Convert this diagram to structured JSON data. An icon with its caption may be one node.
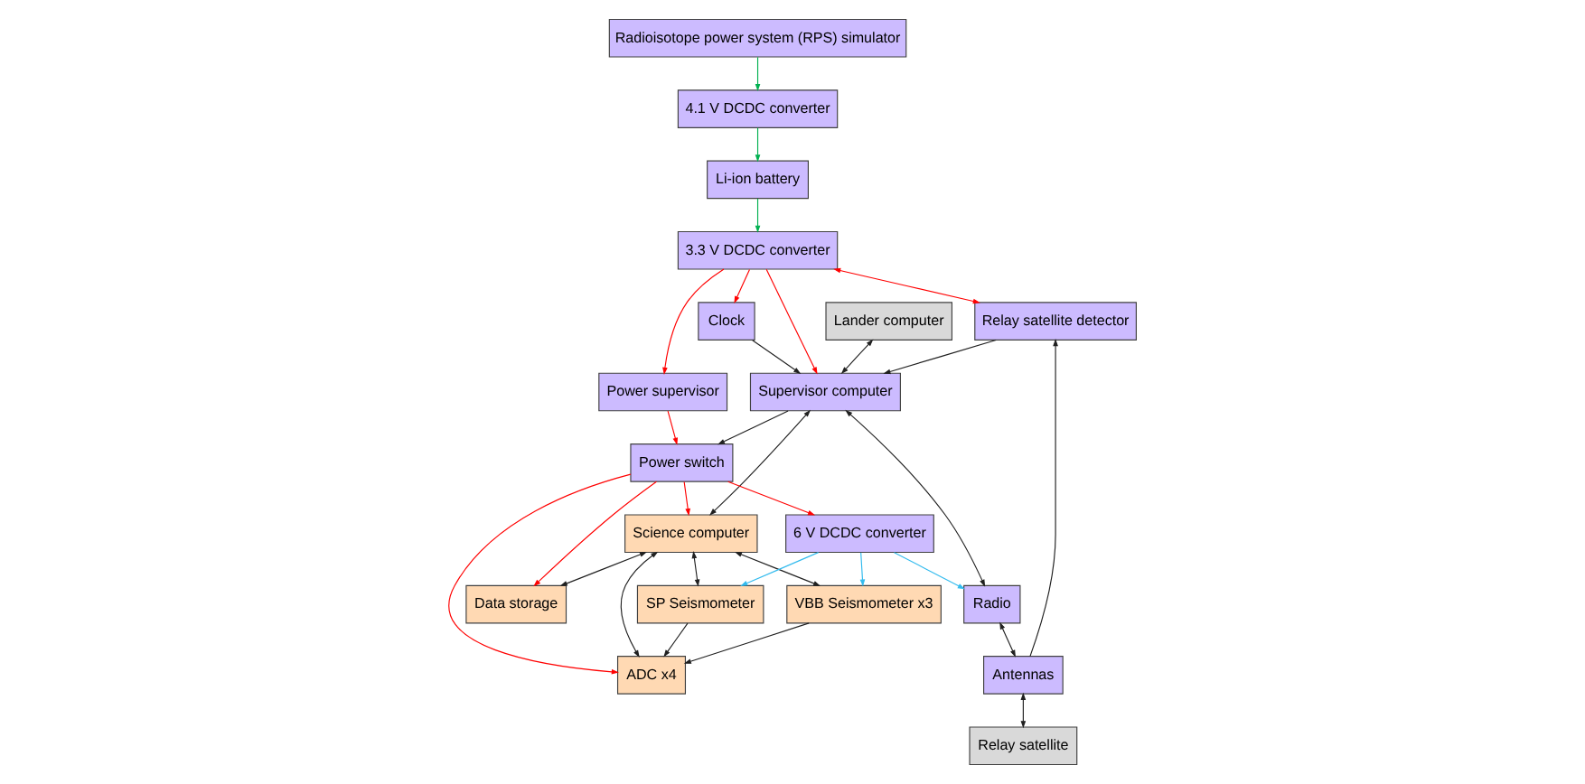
{
  "diagram": {
    "nodes": [
      {
        "text": [
          "Relay satellite detector"
        ]
      },
      {
        "text": [
          "Lander computer"
        ]
      },
      {
        "text": [
          "Radio"
        ]
      },
      {
        "text": [
          "Antennas"
        ]
      },
      {
        "text": [
          "Relay satellite"
        ]
      },
      {
        "text": [
          "Clock"
        ]
      },
      {
        "text": [
          "Supervisor computer"
        ]
      },
      {
        "text": [
          "Science computer"
        ]
      },
      {
        "text": [
          "Data storage"
        ]
      },
      {
        "text": [
          "VBB Seismometer x3"
        ]
      },
      {
        "text": [
          "Li-ion battery"
        ]
      },
      {
        "text": [
          "3.3 V DCDC converter"
        ]
      },
      {
        "text": [
          "ADC x4"
        ]
      },
      {
        "text": [
          "4.1 V DCDC converter"
        ]
      },
      {
        "text": [
          "Power supervisor"
        ]
      },
      {
        "text": [
          "SP Seismometer"
        ]
      },
      {
        "text": [
          "Radioisotope power system (RPS) simulator"
        ]
      },
      {
        "text": [
          "Power switch"
        ]
      },
      {
        "text": [
          "6 V DCDC converter"
        ]
      }
    ],
    "edges": [
      {
        "from": 3,
        "to": 0,
        "arrow": "to"
      },
      {
        "from": 0,
        "to": 6,
        "arrow": "to"
      },
      {
        "from": 1,
        "to": 6,
        "arrow": "both"
      },
      {
        "from": 6,
        "to": 2,
        "arrow": "both"
      },
      {
        "from": 2,
        "to": 3,
        "arrow": "both"
      },
      {
        "from": 3,
        "to": 4,
        "arrow": "both"
      },
      {
        "from": 5,
        "to": 6,
        "arrow": "to"
      },
      {
        "from": 6,
        "to": 7,
        "arrow": "both"
      },
      {
        "from": 6,
        "to": 17,
        "arrow": "to"
      },
      {
        "from": 7,
        "to": 8,
        "arrow": "both"
      },
      {
        "from": 7,
        "to": 9,
        "arrow": "both"
      },
      {
        "from": 7,
        "to": 12,
        "arrow": "both"
      },
      {
        "from": 9,
        "to": 12,
        "arrow": "to"
      },
      {
        "from": 15,
        "to": 12,
        "arrow": "to"
      },
      {
        "from": 7,
        "to": 15,
        "arrow": "both"
      },
      {
        "from": 11,
        "to": 5,
        "arrow": "to",
        "color": "#ff0000"
      },
      {
        "from": 11,
        "to": 6,
        "arrow": "to",
        "color": "#ff0000"
      },
      {
        "from": 11,
        "to": 0,
        "arrow": "both",
        "color": "#ff0000"
      },
      {
        "from": 11,
        "to": 14,
        "arrow": "to",
        "color": "#ff0000"
      },
      {
        "from": 14,
        "to": 17,
        "arrow": "to",
        "color": "#ff0000"
      },
      {
        "from": 17,
        "to": 18,
        "arrow": "to",
        "color": "#ff0000"
      },
      {
        "from": 17,
        "to": 7,
        "arrow": "to",
        "color": "#ff0000"
      },
      {
        "from": 17,
        "to": 8,
        "arrow": "to",
        "color": "#ff0000"
      },
      {
        "from": 17,
        "to": 12,
        "arrow": "to",
        "color": "#ff0000"
      },
      {
        "from": 10,
        "to": 11,
        "arrow": "to",
        "color": "#00b050"
      },
      {
        "from": 13,
        "to": 10,
        "arrow": "to",
        "color": "#00b050"
      },
      {
        "from": 16,
        "to": 13,
        "arrow": "to",
        "color": "#00b050"
      },
      {
        "from": 18,
        "to": 2,
        "arrow": "to",
        "color": "#33bbee"
      },
      {
        "from": 18,
        "to": 9,
        "arrow": "to",
        "color": "#33bbee"
      },
      {
        "from": 18,
        "to": 15,
        "arrow": "to",
        "color": "#33bbee"
      }
    ]
  }
}
